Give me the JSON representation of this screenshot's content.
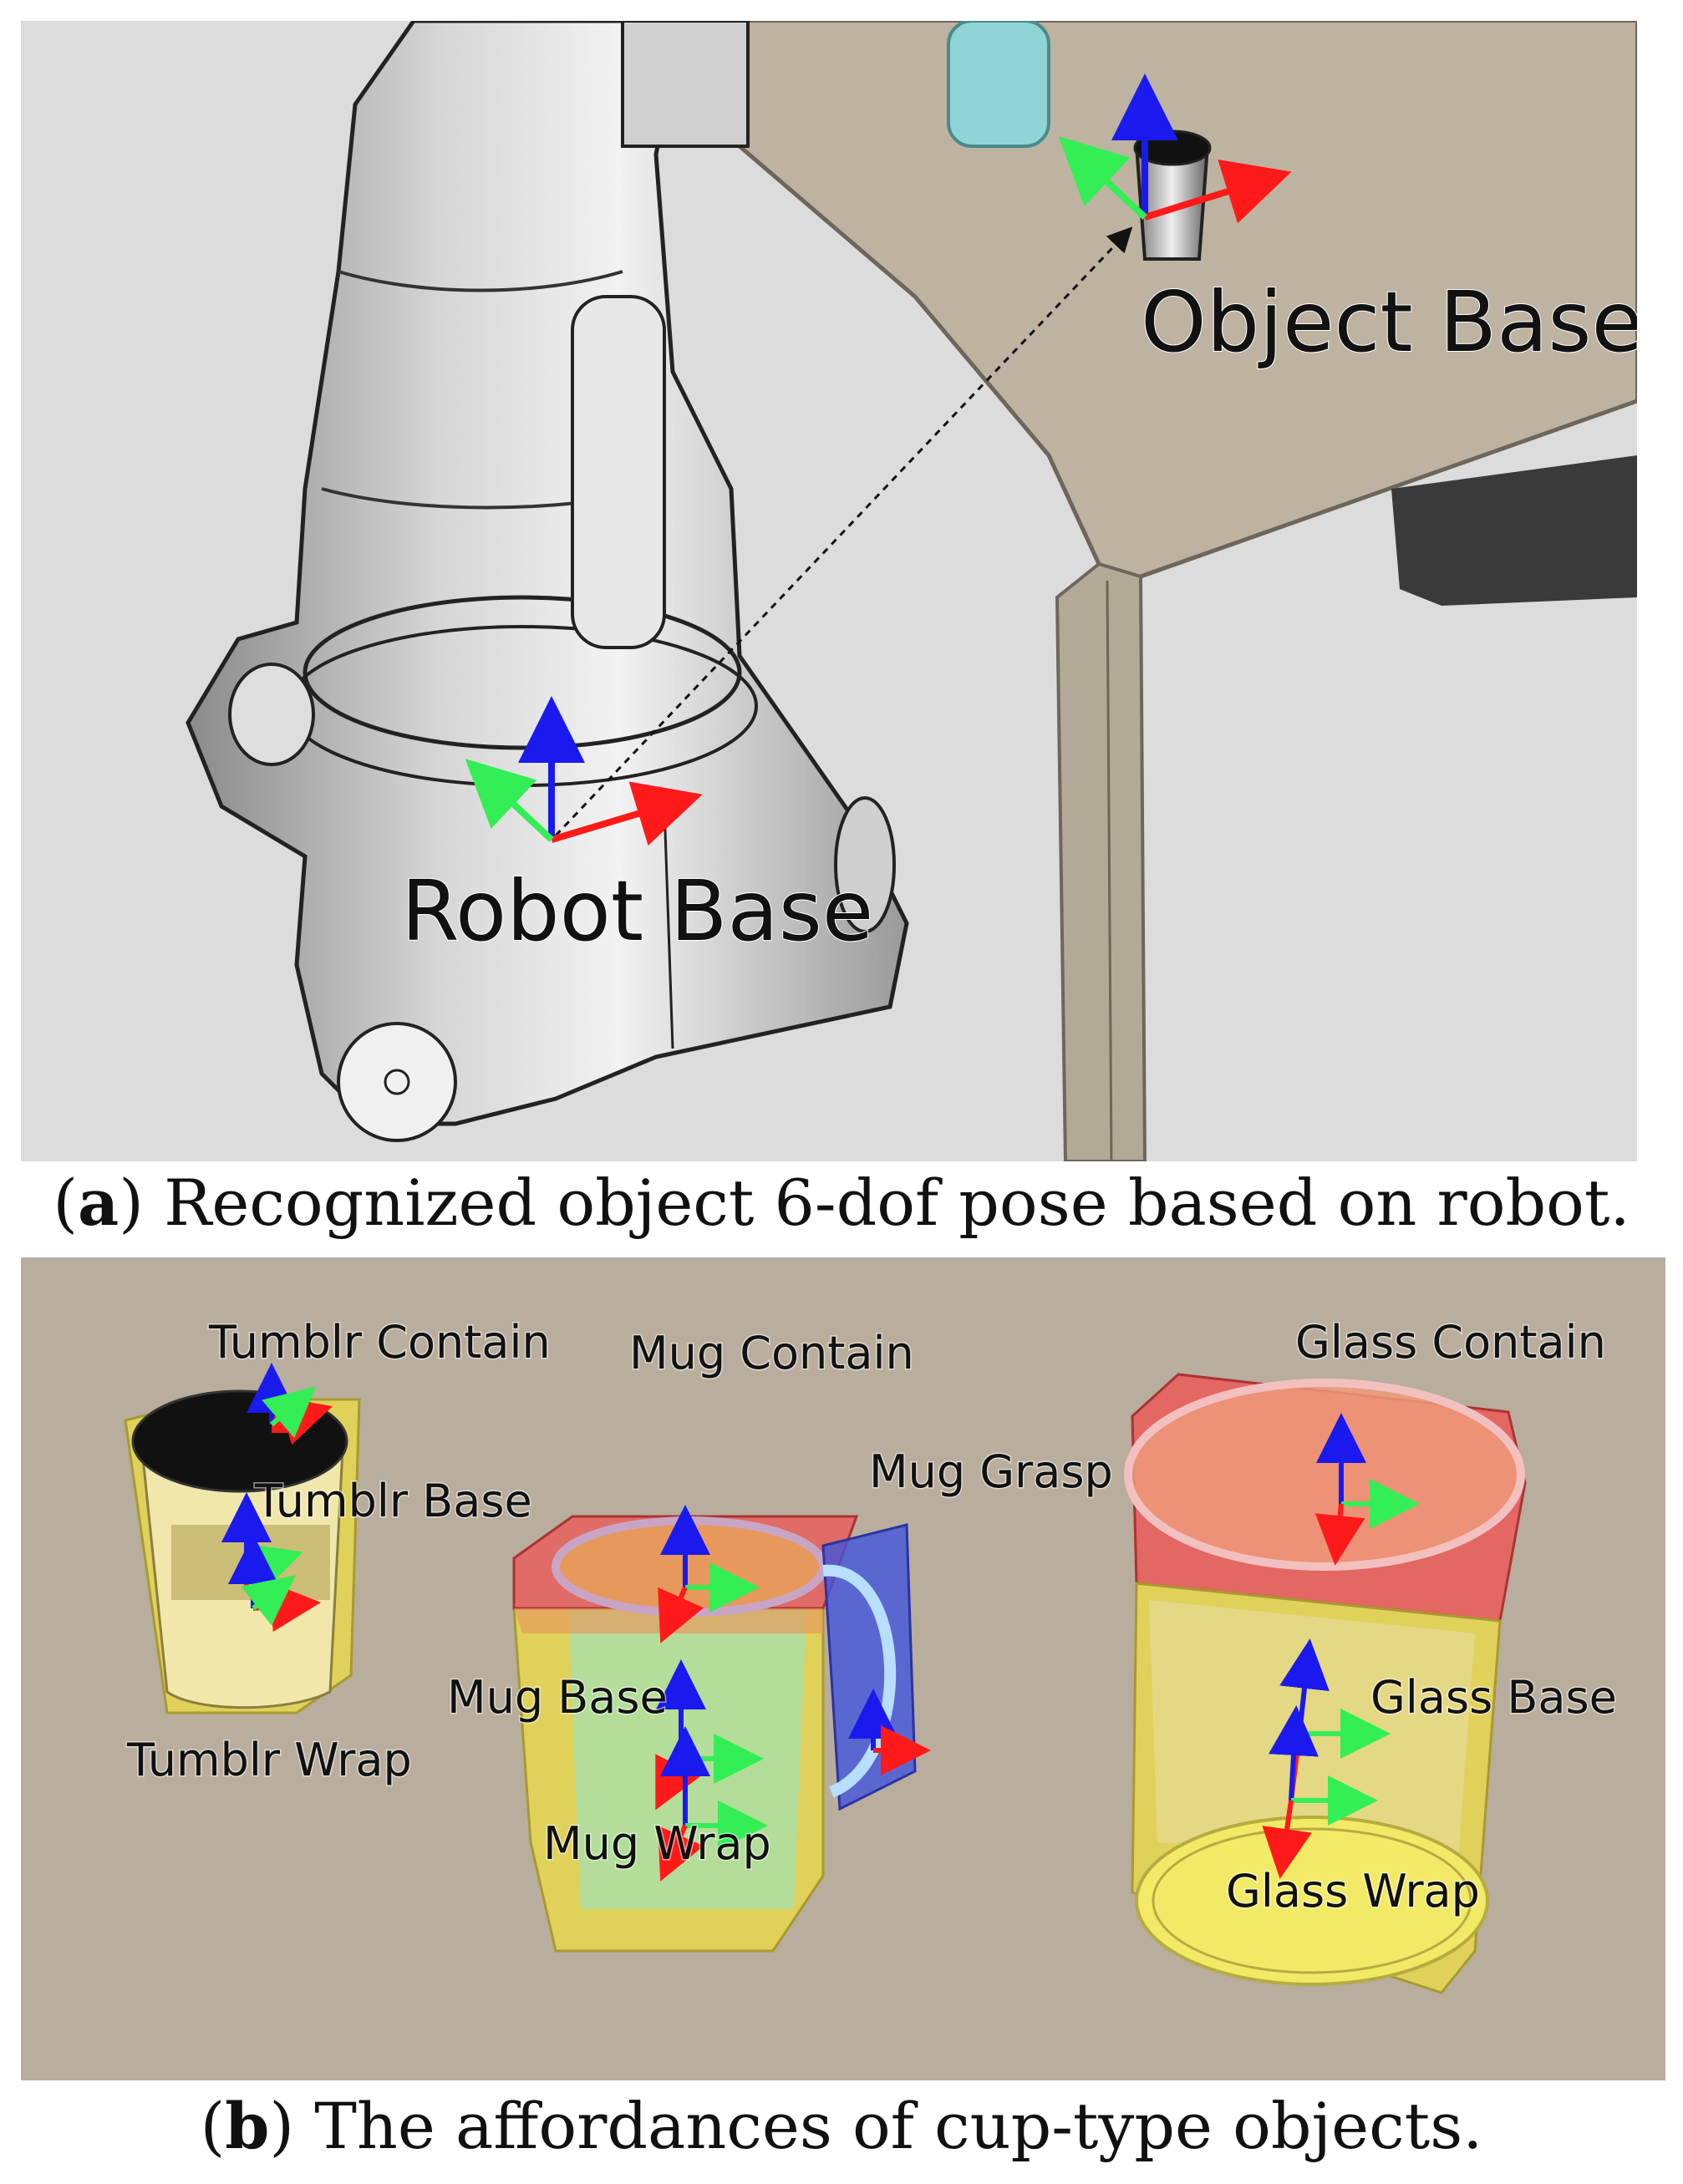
{
  "panel_a": {
    "labels": {
      "object_base": "Object Base",
      "robot_base": "Robot Base"
    },
    "caption": {
      "letter": "a",
      "text": "Recognized object 6-dof pose based on robot."
    }
  },
  "panel_b": {
    "labels": {
      "tumblr_contain": "Tumblr Contain",
      "tumblr_base": "Tumblr Base",
      "tumblr_wrap": "Tumblr Wrap",
      "mug_contain": "Mug Contain",
      "mug_grasp": "Mug Grasp",
      "mug_base": "Mug Base",
      "mug_wrap": "Mug Wrap",
      "glass_contain": "Glass Contain",
      "glass_base": "Glass Base",
      "glass_wrap": "Glass Wrap"
    },
    "caption": {
      "letter": "b",
      "text": "The affordances of cup-type objects."
    }
  },
  "colors": {
    "axis_x": "#ff1a1a",
    "axis_y": "#33ee55",
    "axis_z": "#1a1aee",
    "scene_floor": "#dcdcdc",
    "table": "#beb3a1",
    "panel_b_bg": "#b9ad9d",
    "contain_box": "#ee5555",
    "wrap_box": "#eedd44",
    "grasp_box": "#4455dd"
  }
}
